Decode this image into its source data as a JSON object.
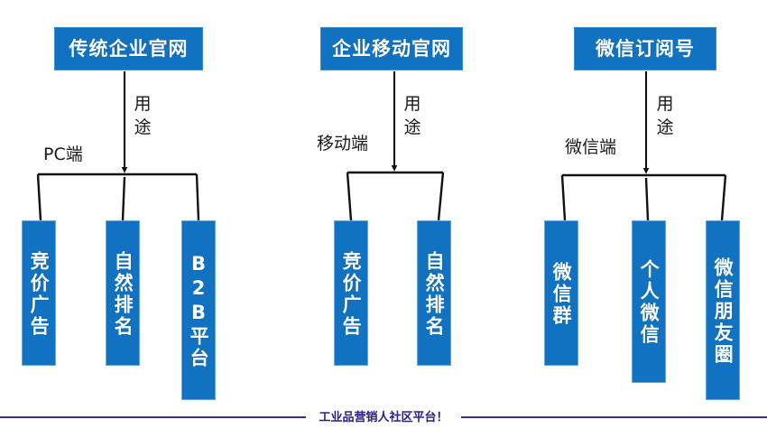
{
  "diagram": {
    "title_hidden": "",
    "colors": {
      "box_fill": "#1072c0",
      "box_border": "#6ba9da",
      "box_text": "#ffffff",
      "connector": "#111111",
      "label_text": "#1a1a1a",
      "footer_rule": "#343190",
      "footer_text": "#262183",
      "background": "#ffffff"
    },
    "columns": [
      {
        "id": "pc",
        "header": "传统企业官网",
        "arrow_label": "用途",
        "branch_label": "PC端",
        "children": [
          "竞价广告",
          "自然排名",
          "B2B平台"
        ]
      },
      {
        "id": "mobile",
        "header": "企业移动官网",
        "arrow_label": "用途",
        "branch_label": "移动端",
        "children": [
          "竞价广告",
          "自然排名"
        ]
      },
      {
        "id": "wechat",
        "header": "微信订阅号",
        "arrow_label": "用途",
        "branch_label": "微信端",
        "children": [
          "微信群",
          "个人微信",
          "微信朋友圈"
        ]
      }
    ]
  },
  "footer": {
    "text": "工业品营销人社区平台！"
  }
}
